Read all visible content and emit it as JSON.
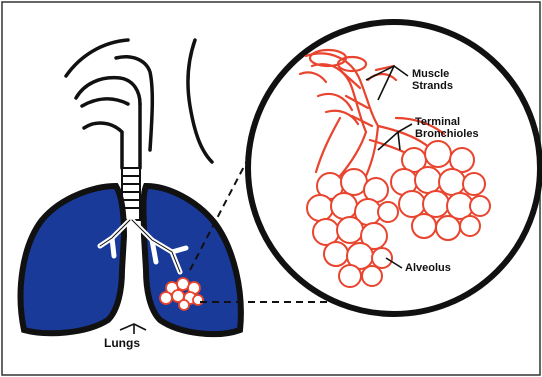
{
  "labels": {
    "muscle": "Muscle\nStrands",
    "muscle_line1": "Muscle",
    "muscle_line2": "Strands",
    "terminal_line1": "Terminal",
    "terminal_line2": "Bronchioles",
    "alveolus": "Alveolus",
    "lungs": "Lungs"
  },
  "colors": {
    "lung_fill": "#1a3a9a",
    "lung_outline": "#111111",
    "bronchiole_red": "#e8442e",
    "ink": "#111111",
    "border": "#333333"
  }
}
